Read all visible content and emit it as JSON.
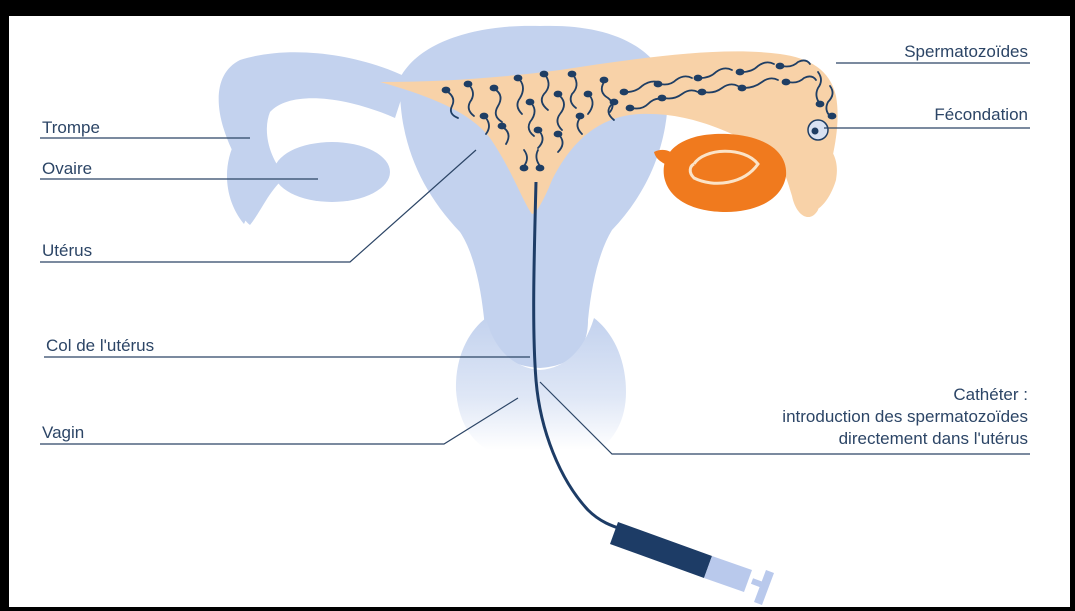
{
  "labels": {
    "trompe": "Trompe",
    "ovaire": "Ovaire",
    "uterus": "Utérus",
    "col": "Col de l'utérus",
    "vagin": "Vagin",
    "spermatozoides": "Spermatozoïdes",
    "fecondation": "Fécondation",
    "catheter_1": "Cathéter :",
    "catheter_2": "introduction des spermatozoïdes",
    "catheter_3": "directement dans l'utérus"
  },
  "colors": {
    "organ": "#c3d2ee",
    "organ_light": "#dfe7f6",
    "cavity": "#f8d2a8",
    "ovary_orange": "#f07a1e",
    "sperm": "#1f3e64",
    "label_text": "#2c4566",
    "leader_line": "#2c4566",
    "syringe_body": "#1d3c66",
    "syringe_plunger": "#b9c9ec"
  }
}
